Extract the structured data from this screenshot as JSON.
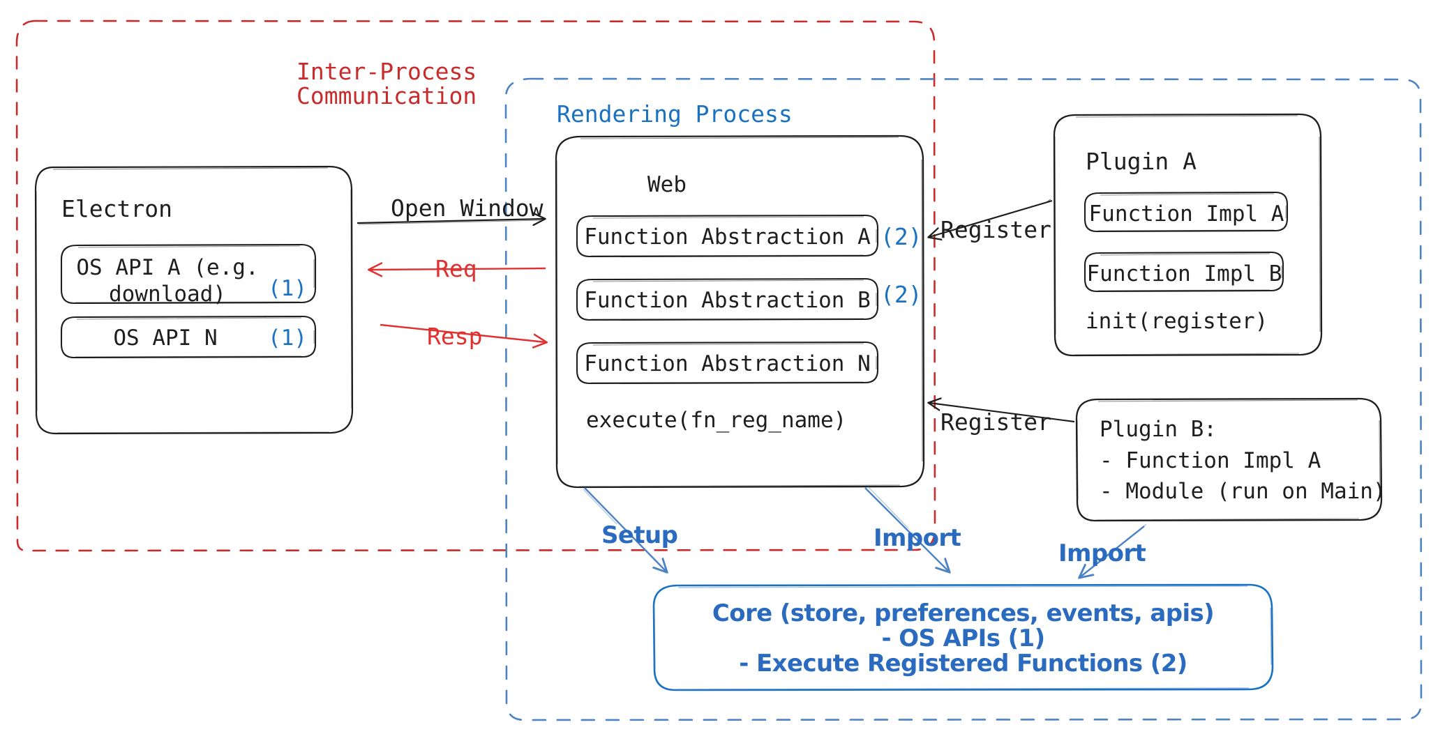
{
  "diagram": {
    "title": "Electron plugin architecture",
    "colors": {
      "ipc_red": "#c92a2a",
      "process_blue": "#1971c2",
      "ink": "#1e1e1e",
      "background": "#ffffff"
    }
  },
  "containers": {
    "ipc": {
      "label_line1": "Inter-Process",
      "label_line2": "Communication",
      "color": "#c92a2a",
      "style": "dashed"
    },
    "rendering": {
      "label": "Rendering Process",
      "color": "#1971c2",
      "style": "dashed"
    }
  },
  "electron": {
    "title": "Electron",
    "apis": [
      {
        "label": "OS API A (e.g.\ndownload)",
        "marker": "(1)"
      },
      {
        "label": "OS API N",
        "marker": "(1)"
      }
    ]
  },
  "web": {
    "title": "Web",
    "abstractions": [
      {
        "label": "Function Abstraction A",
        "marker": "(2)"
      },
      {
        "label": "Function Abstraction B",
        "marker": "(2)"
      },
      {
        "label": "Function Abstraction N",
        "marker": ""
      }
    ],
    "footer": "execute(fn_reg_name)"
  },
  "plugin_a": {
    "title": "Plugin A",
    "items": [
      "Function Impl A",
      "Function Impl B"
    ],
    "footer": "init(register)"
  },
  "plugin_b": {
    "lines": [
      "Plugin B:",
      "- Function Impl A",
      "- Module (run on Main)"
    ]
  },
  "core": {
    "lines": [
      "Core (store, preferences, events, apis)",
      "- OS APIs (1)",
      "- Execute Registered Functions (2)"
    ],
    "color": "#1971c2"
  },
  "edges": [
    {
      "name": "open-window",
      "label": "Open Window",
      "color": "#1e1e1e",
      "direction": "right"
    },
    {
      "name": "req",
      "label": "Req",
      "color": "#e03131",
      "direction": "left"
    },
    {
      "name": "resp",
      "label": "Resp",
      "color": "#e03131",
      "direction": "right"
    },
    {
      "name": "register-a",
      "label": "Register",
      "color": "#1e1e1e",
      "direction": "left"
    },
    {
      "name": "register-b",
      "label": "Register",
      "color": "#1e1e1e",
      "direction": "left"
    },
    {
      "name": "setup",
      "label": "Setup",
      "color": "#4d82c4",
      "direction": "down"
    },
    {
      "name": "import-web",
      "label": "Import",
      "color": "#4d82c4",
      "direction": "down"
    },
    {
      "name": "import-plugin",
      "label": "Import",
      "color": "#4d82c4",
      "direction": "down-left"
    }
  ]
}
